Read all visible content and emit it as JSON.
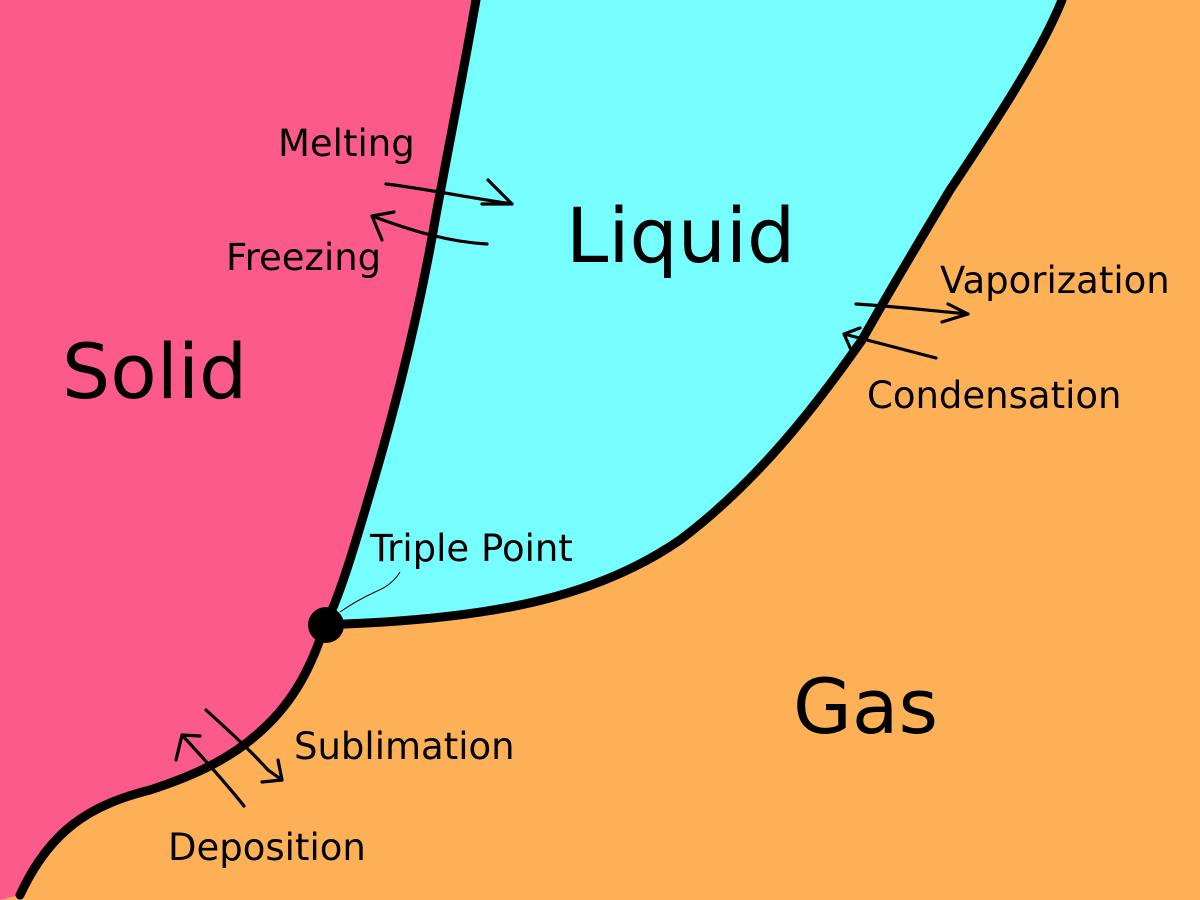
{
  "colors": {
    "solid": "#fd5a8c",
    "liquid": "#76feff",
    "gas": "#fdb055",
    "boundary": "#000000"
  },
  "phases": {
    "solid": "Solid",
    "liquid": "Liquid",
    "gas": "Gas"
  },
  "processes": {
    "melting": "Melting",
    "freezing": "Freezing",
    "vaporization": "Vaporization",
    "condensation": "Condensation",
    "sublimation": "Sublimation",
    "deposition": "Deposition"
  },
  "triple_point_label": "Triple Point"
}
